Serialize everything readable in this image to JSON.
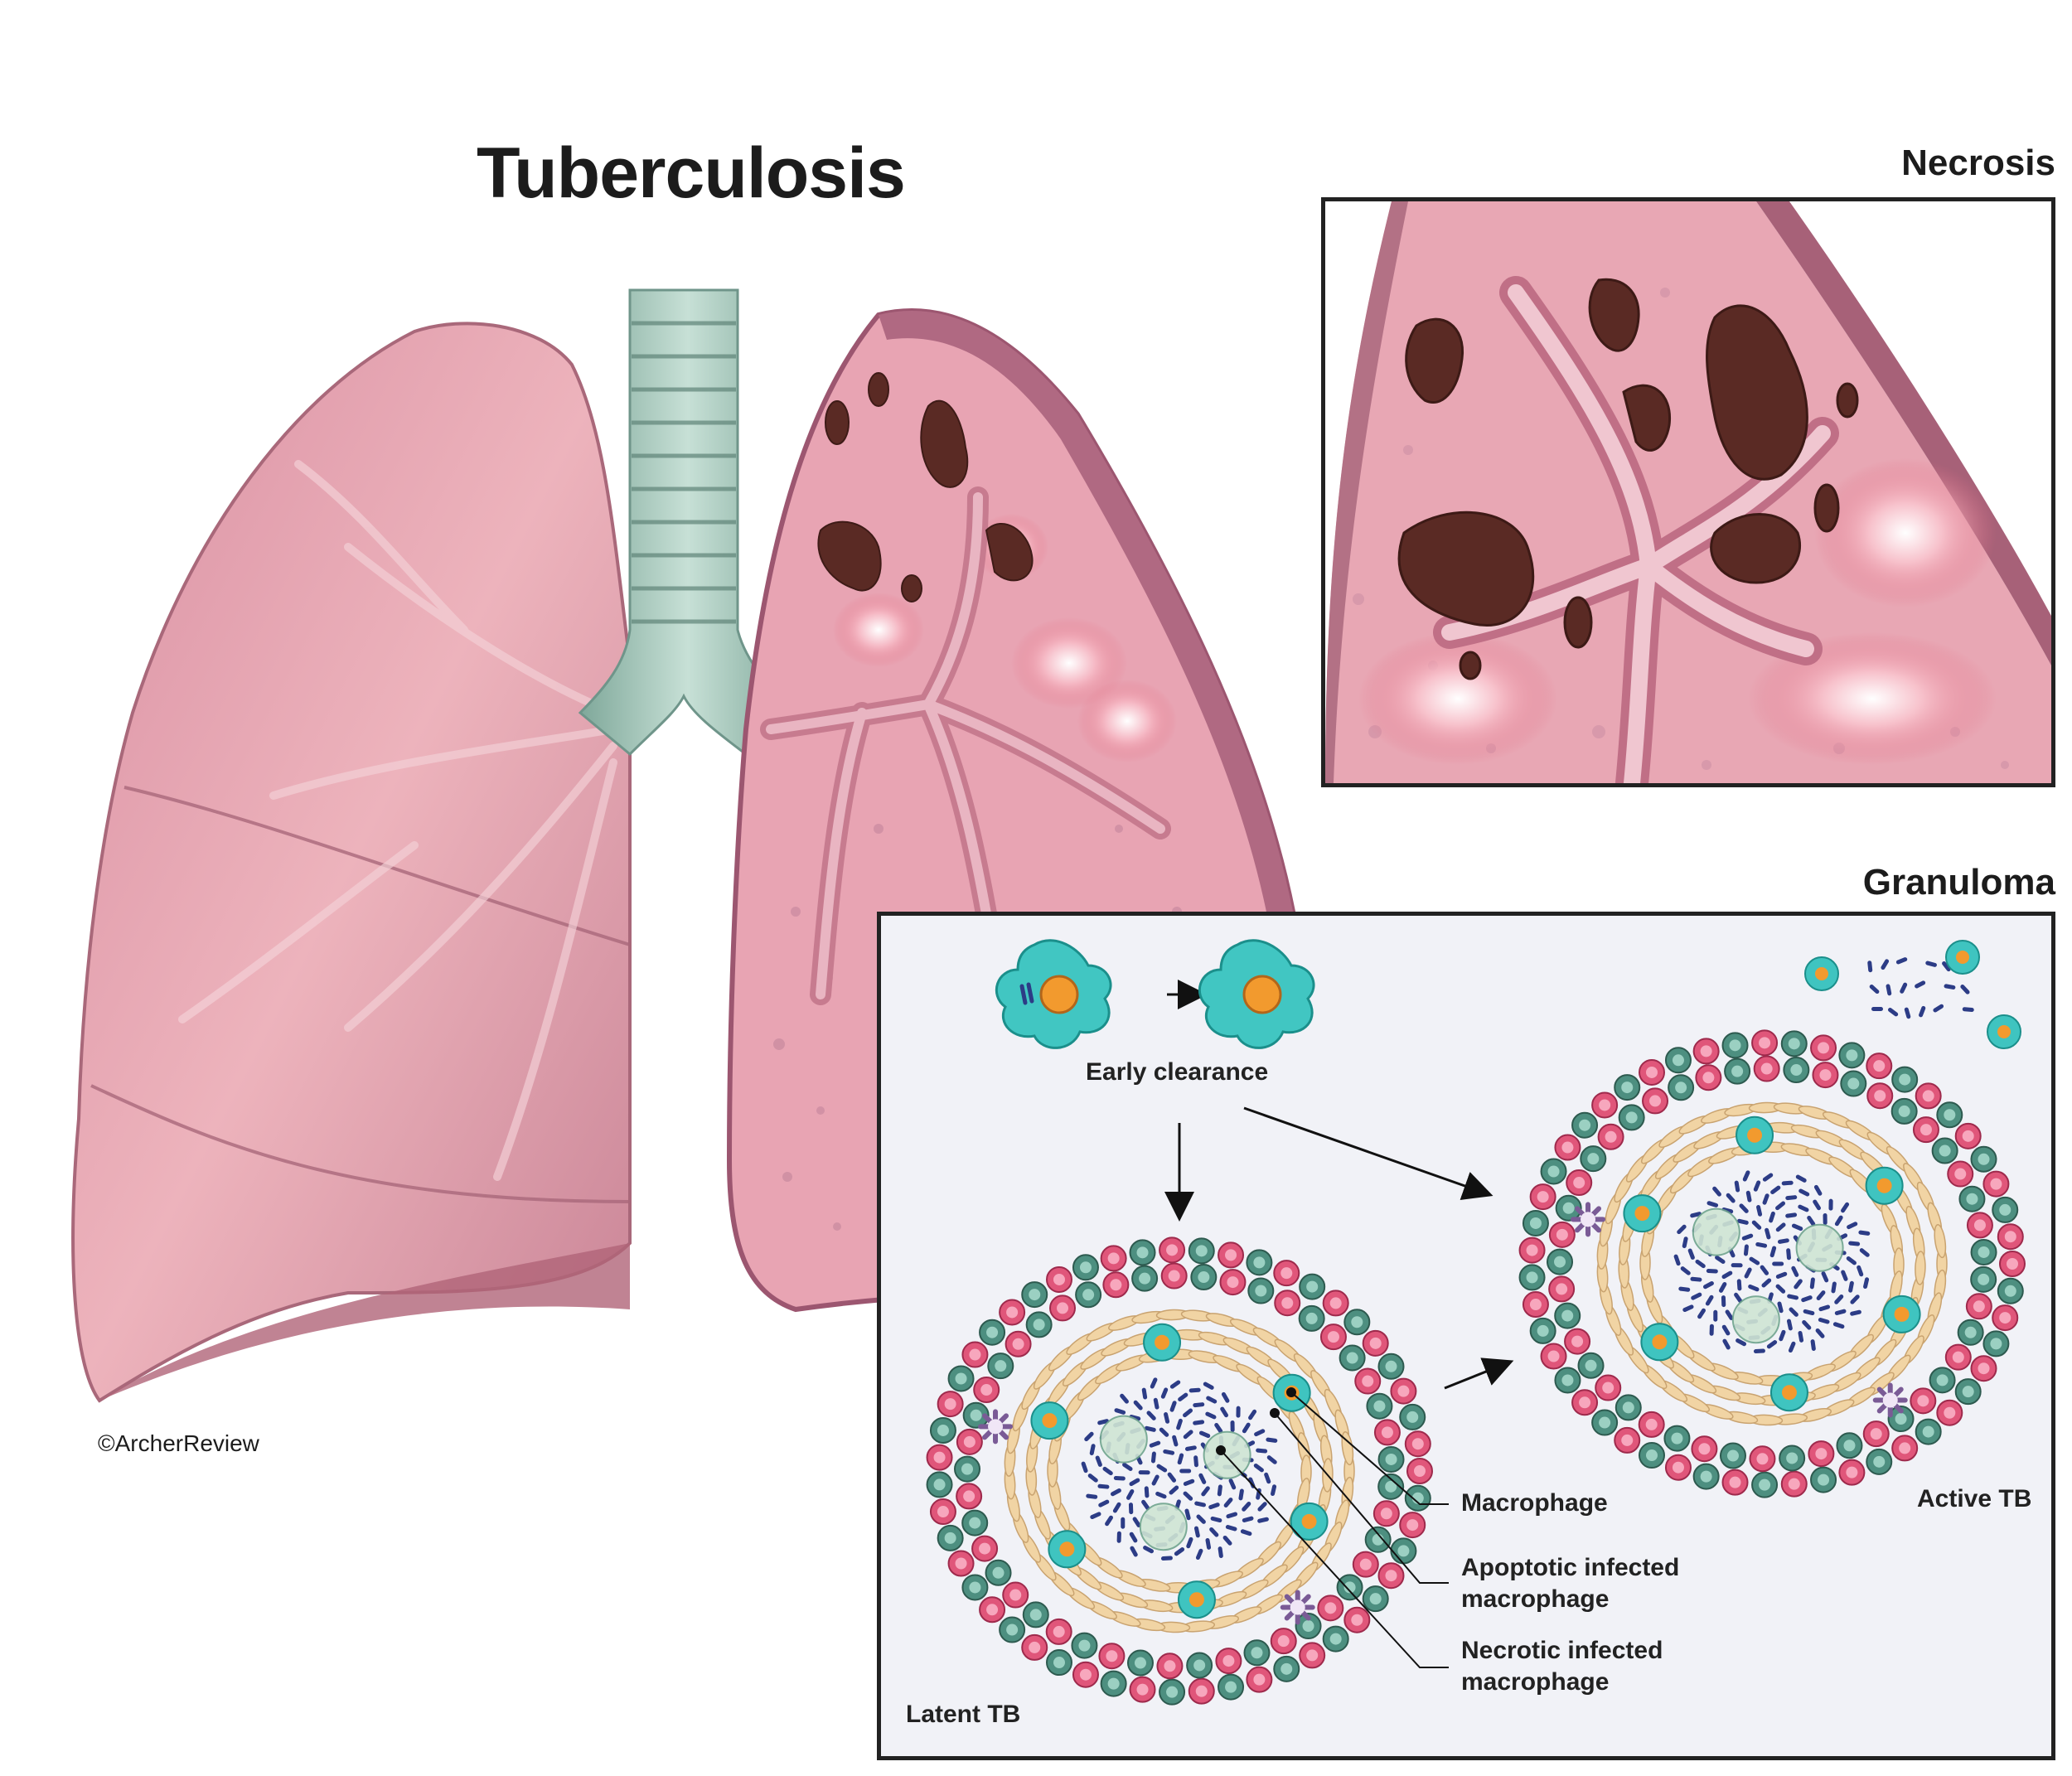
{
  "title": "Tuberculosis",
  "copyright": "©ArcherReview",
  "panels": {
    "necrosis": {
      "title": "Necrosis"
    },
    "granuloma": {
      "title": "Granuloma",
      "early_clearance": "Early clearance",
      "latent_tb": "Latent TB",
      "active_tb": "Active TB",
      "callouts": {
        "macrophage": "Macrophage",
        "apoptotic_line1": "Apoptotic infected",
        "apoptotic_line2": "macrophage",
        "necrotic_line1": "Necrotic infected",
        "necrotic_line2": "macrophage"
      }
    }
  },
  "colors": {
    "lung_pink": "#e9aab4",
    "lung_dark": "#b67288",
    "trachea": "#a9c9bd",
    "necrotic": "#5a2a24",
    "inflamed": "#d9485e",
    "macrophage": "#3fc4c0",
    "nucleus": "#f29a2e",
    "bcell": "#e0567a",
    "tcell": "#4d8f80",
    "fibroblast": "#f1d4a4",
    "bacteria": "#2c3c86",
    "dendritic": "#7a5b96",
    "panel_bg": "#f1f2f7"
  }
}
